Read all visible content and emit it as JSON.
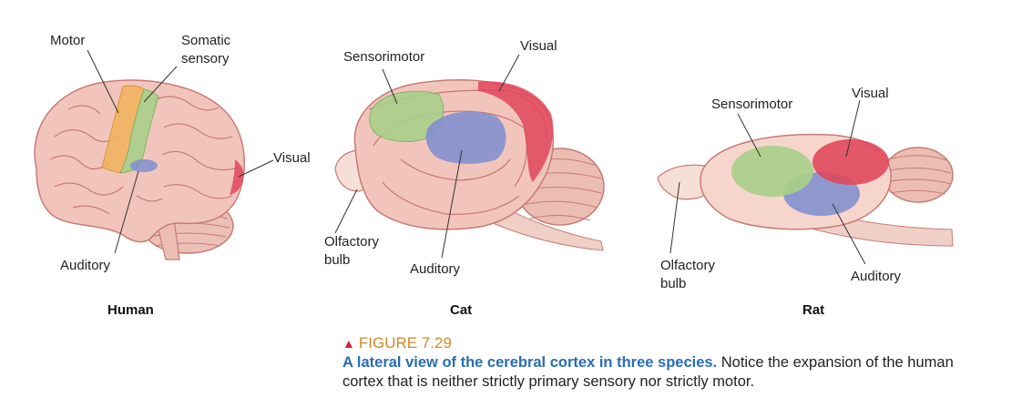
{
  "colors": {
    "brain_fill": "#f2c5bc",
    "brain_stroke": "#c77b74",
    "motor": "#f0b25a",
    "somatosensory": "#a8cf8a",
    "auditory": "#7f8fcf",
    "visual": "#e0455a",
    "figure_label": "#d08a2a",
    "caption_title": "#2a6db3"
  },
  "panels": {
    "human": {
      "name": "Human",
      "labels": {
        "motor": "Motor",
        "somatic_1": "Somatic",
        "somatic_2": "sensory",
        "visual": "Visual",
        "auditory": "Auditory"
      }
    },
    "cat": {
      "name": "Cat",
      "labels": {
        "sensorimotor": "Sensorimotor",
        "visual": "Visual",
        "olfactory_1": "Olfactory",
        "olfactory_2": "bulb",
        "auditory": "Auditory"
      }
    },
    "rat": {
      "name": "Rat",
      "labels": {
        "sensorimotor": "Sensorimotor",
        "visual": "Visual",
        "olfactory_1": "Olfactory",
        "olfactory_2": "bulb",
        "auditory": "Auditory"
      }
    }
  },
  "caption": {
    "figure_icon": "triangle-icon",
    "figure_label": "FIGURE 7.29",
    "title": "A lateral view of the cerebral cortex in three species.",
    "body": " Notice the expansion of the human cortex that is neither strictly primary sensory nor strictly motor."
  }
}
